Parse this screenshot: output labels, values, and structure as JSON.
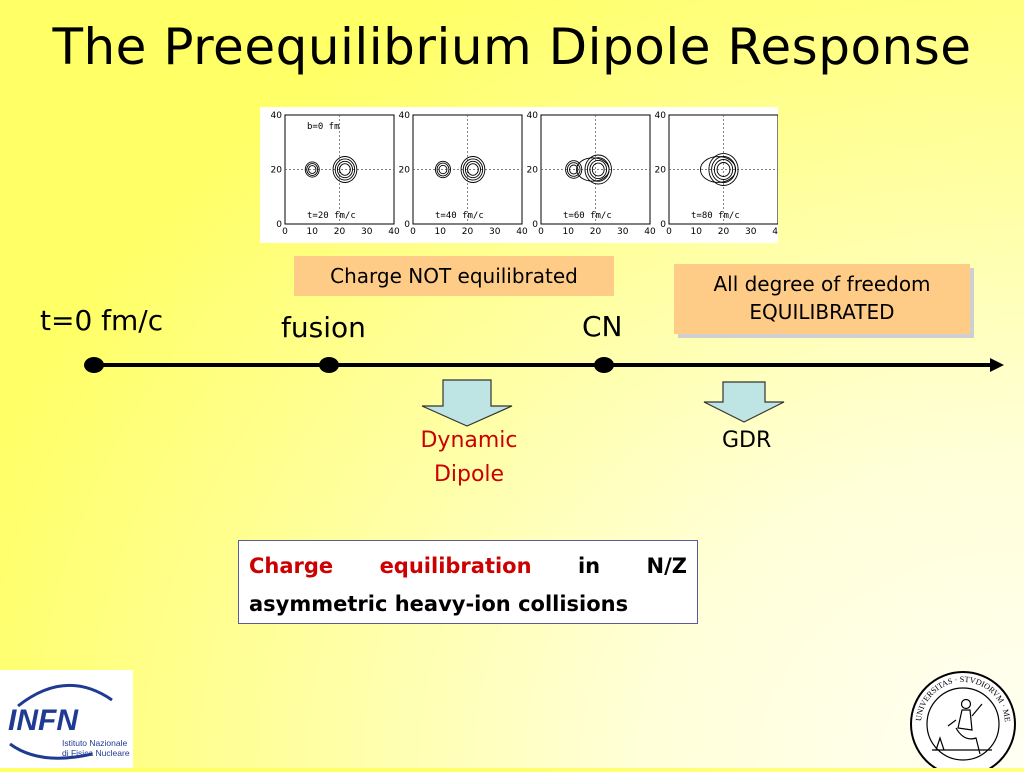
{
  "title": "The Preequilibrium Dipole Response",
  "plots": {
    "panels": [
      {
        "b_label": "b=0 fm",
        "time_label": "t=20 fm/c"
      },
      {
        "b_label": "",
        "time_label": "t=40 fm/c"
      },
      {
        "b_label": "",
        "time_label": "t=60 fm/c"
      },
      {
        "b_label": "",
        "time_label": "t=80 fm/c"
      }
    ],
    "x_ticks": [
      "0",
      "10",
      "20",
      "30",
      "40"
    ],
    "y_ticks": [
      "40",
      "20",
      "0"
    ]
  },
  "boxes": {
    "charge_not_equilibrated": "Charge NOT equilibrated",
    "all_dof_line1": "All degree of freedom",
    "all_dof_line2": "EQUILIBRATED"
  },
  "timeline": {
    "t0_label": "t=0 fm/c",
    "fusion_label": "fusion",
    "cn_label": "CN",
    "dynamic_dipole_line1": "Dynamic",
    "dynamic_dipole_line2": "Dipole",
    "gdr_label": "GDR"
  },
  "note": {
    "red_part": "Charge equilibration",
    "black_part": "in N/Z asymmetric heavy-ion collisions"
  },
  "logos": {
    "infn_name": "INFN",
    "infn_sub1": "Istituto Nazionale",
    "infn_sub2": "di Fisica Nucleare",
    "seal_text": "UNIVERSITAS · STVDIORVM · MEDIOLANENSIS"
  },
  "colors": {
    "arrow_fill": "#bfe4e4",
    "orange_box": "#ffcc88",
    "red_text": "#cc0000",
    "infn_blue": "#1f3a93"
  }
}
